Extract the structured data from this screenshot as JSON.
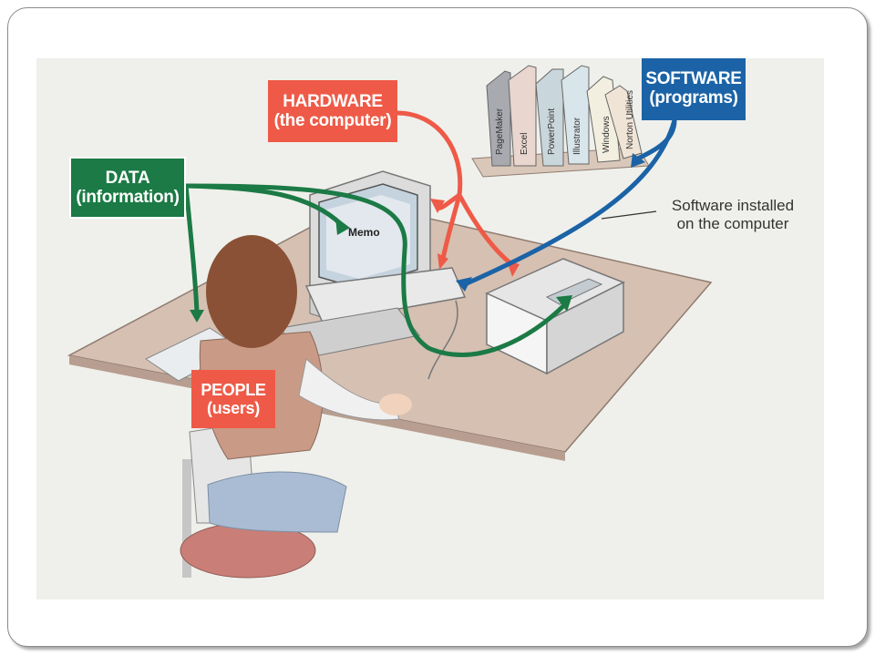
{
  "labels": {
    "hardware": {
      "line1": "HARDWARE",
      "line2": "(the computer)"
    },
    "software": {
      "line1": "SOFTWARE",
      "line2": "(programs)"
    },
    "data": {
      "line1": "DATA",
      "line2": "(information)"
    },
    "people": {
      "line1": "PEOPLE",
      "line2": "(users)"
    },
    "software_note": {
      "line1": "Software installed",
      "line2": "on the computer"
    },
    "screen_text": "Memo"
  },
  "books": [
    "PageMaker",
    "Excel",
    "PowerPoint",
    "Illustrator",
    "Windows",
    "Norton Utilities"
  ],
  "colors": {
    "hardware": "#ee5a47",
    "software": "#1b63a6",
    "data": "#1b7a45",
    "people": "#ee5a47"
  }
}
